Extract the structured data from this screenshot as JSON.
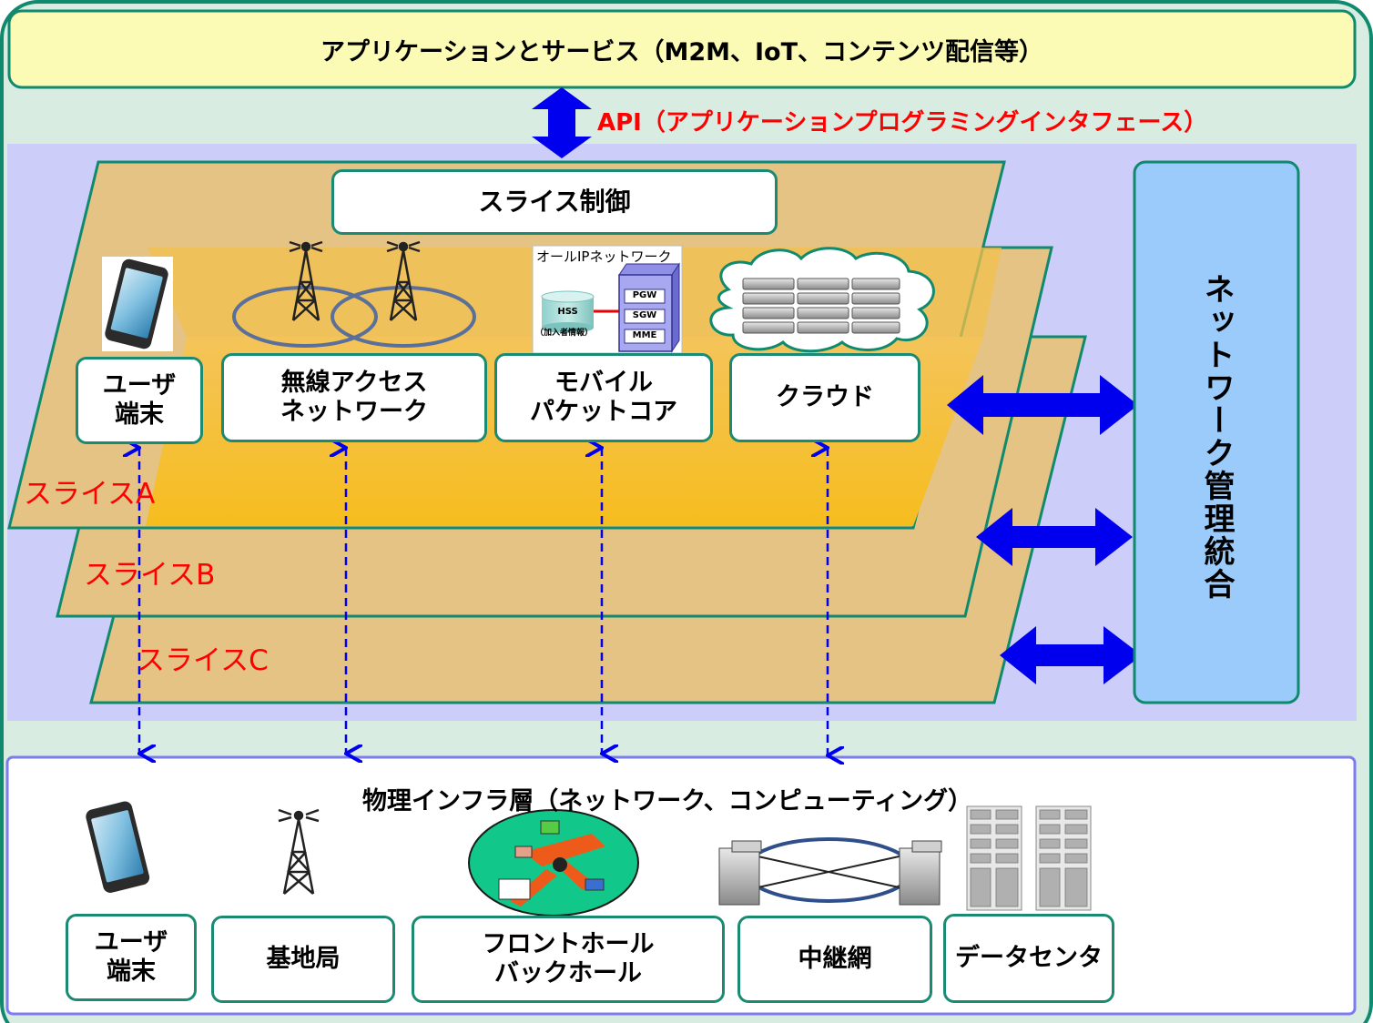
{
  "top_bar": {
    "label": "アプリケーションとサービス（M2M、IoT、コンテンツ配信等）"
  },
  "api": {
    "label": "API（アプリケーションプログラミングインタフェース）"
  },
  "slice_control": {
    "label": "スライス制御"
  },
  "slice_functions": [
    {
      "lines": [
        "ユーザ",
        "端末"
      ]
    },
    {
      "lines": [
        "無線アクセス",
        "ネットワーク"
      ]
    },
    {
      "lines": [
        "モバイル",
        "パケットコア"
      ]
    },
    {
      "lines": [
        "クラウド"
      ]
    }
  ],
  "slices": [
    "スライスA",
    "スライスB",
    "スライスC"
  ],
  "core_network": {
    "title": "オールIPネットワーク",
    "hss": "HSS",
    "hss_sub": "（加入者情報）",
    "gateways": [
      "PGW",
      "SGW",
      "MME"
    ]
  },
  "management": {
    "label": "ネットワーク管理統合"
  },
  "physical": {
    "title": "物理インフラ層（ネットワーク、コンピューティング）",
    "items": [
      {
        "lines": [
          "ユーザ",
          "端末"
        ]
      },
      {
        "lines": [
          "基地局"
        ]
      },
      {
        "lines": [
          "フロントホール",
          "バックホール"
        ]
      },
      {
        "lines": [
          "中継網"
        ]
      },
      {
        "lines": [
          "データセンタ"
        ]
      }
    ]
  },
  "colors": {
    "frame": "#0f8a6e",
    "top_bar_fill": "#fbfbb6",
    "lavender": "#cdcdfa",
    "slice_fill": "#e4c384",
    "slice_a_fill": "#f6c025",
    "arrow_blue": "#0000ee",
    "management_fill": "#9acbfb",
    "label_red": "#ff0000"
  }
}
